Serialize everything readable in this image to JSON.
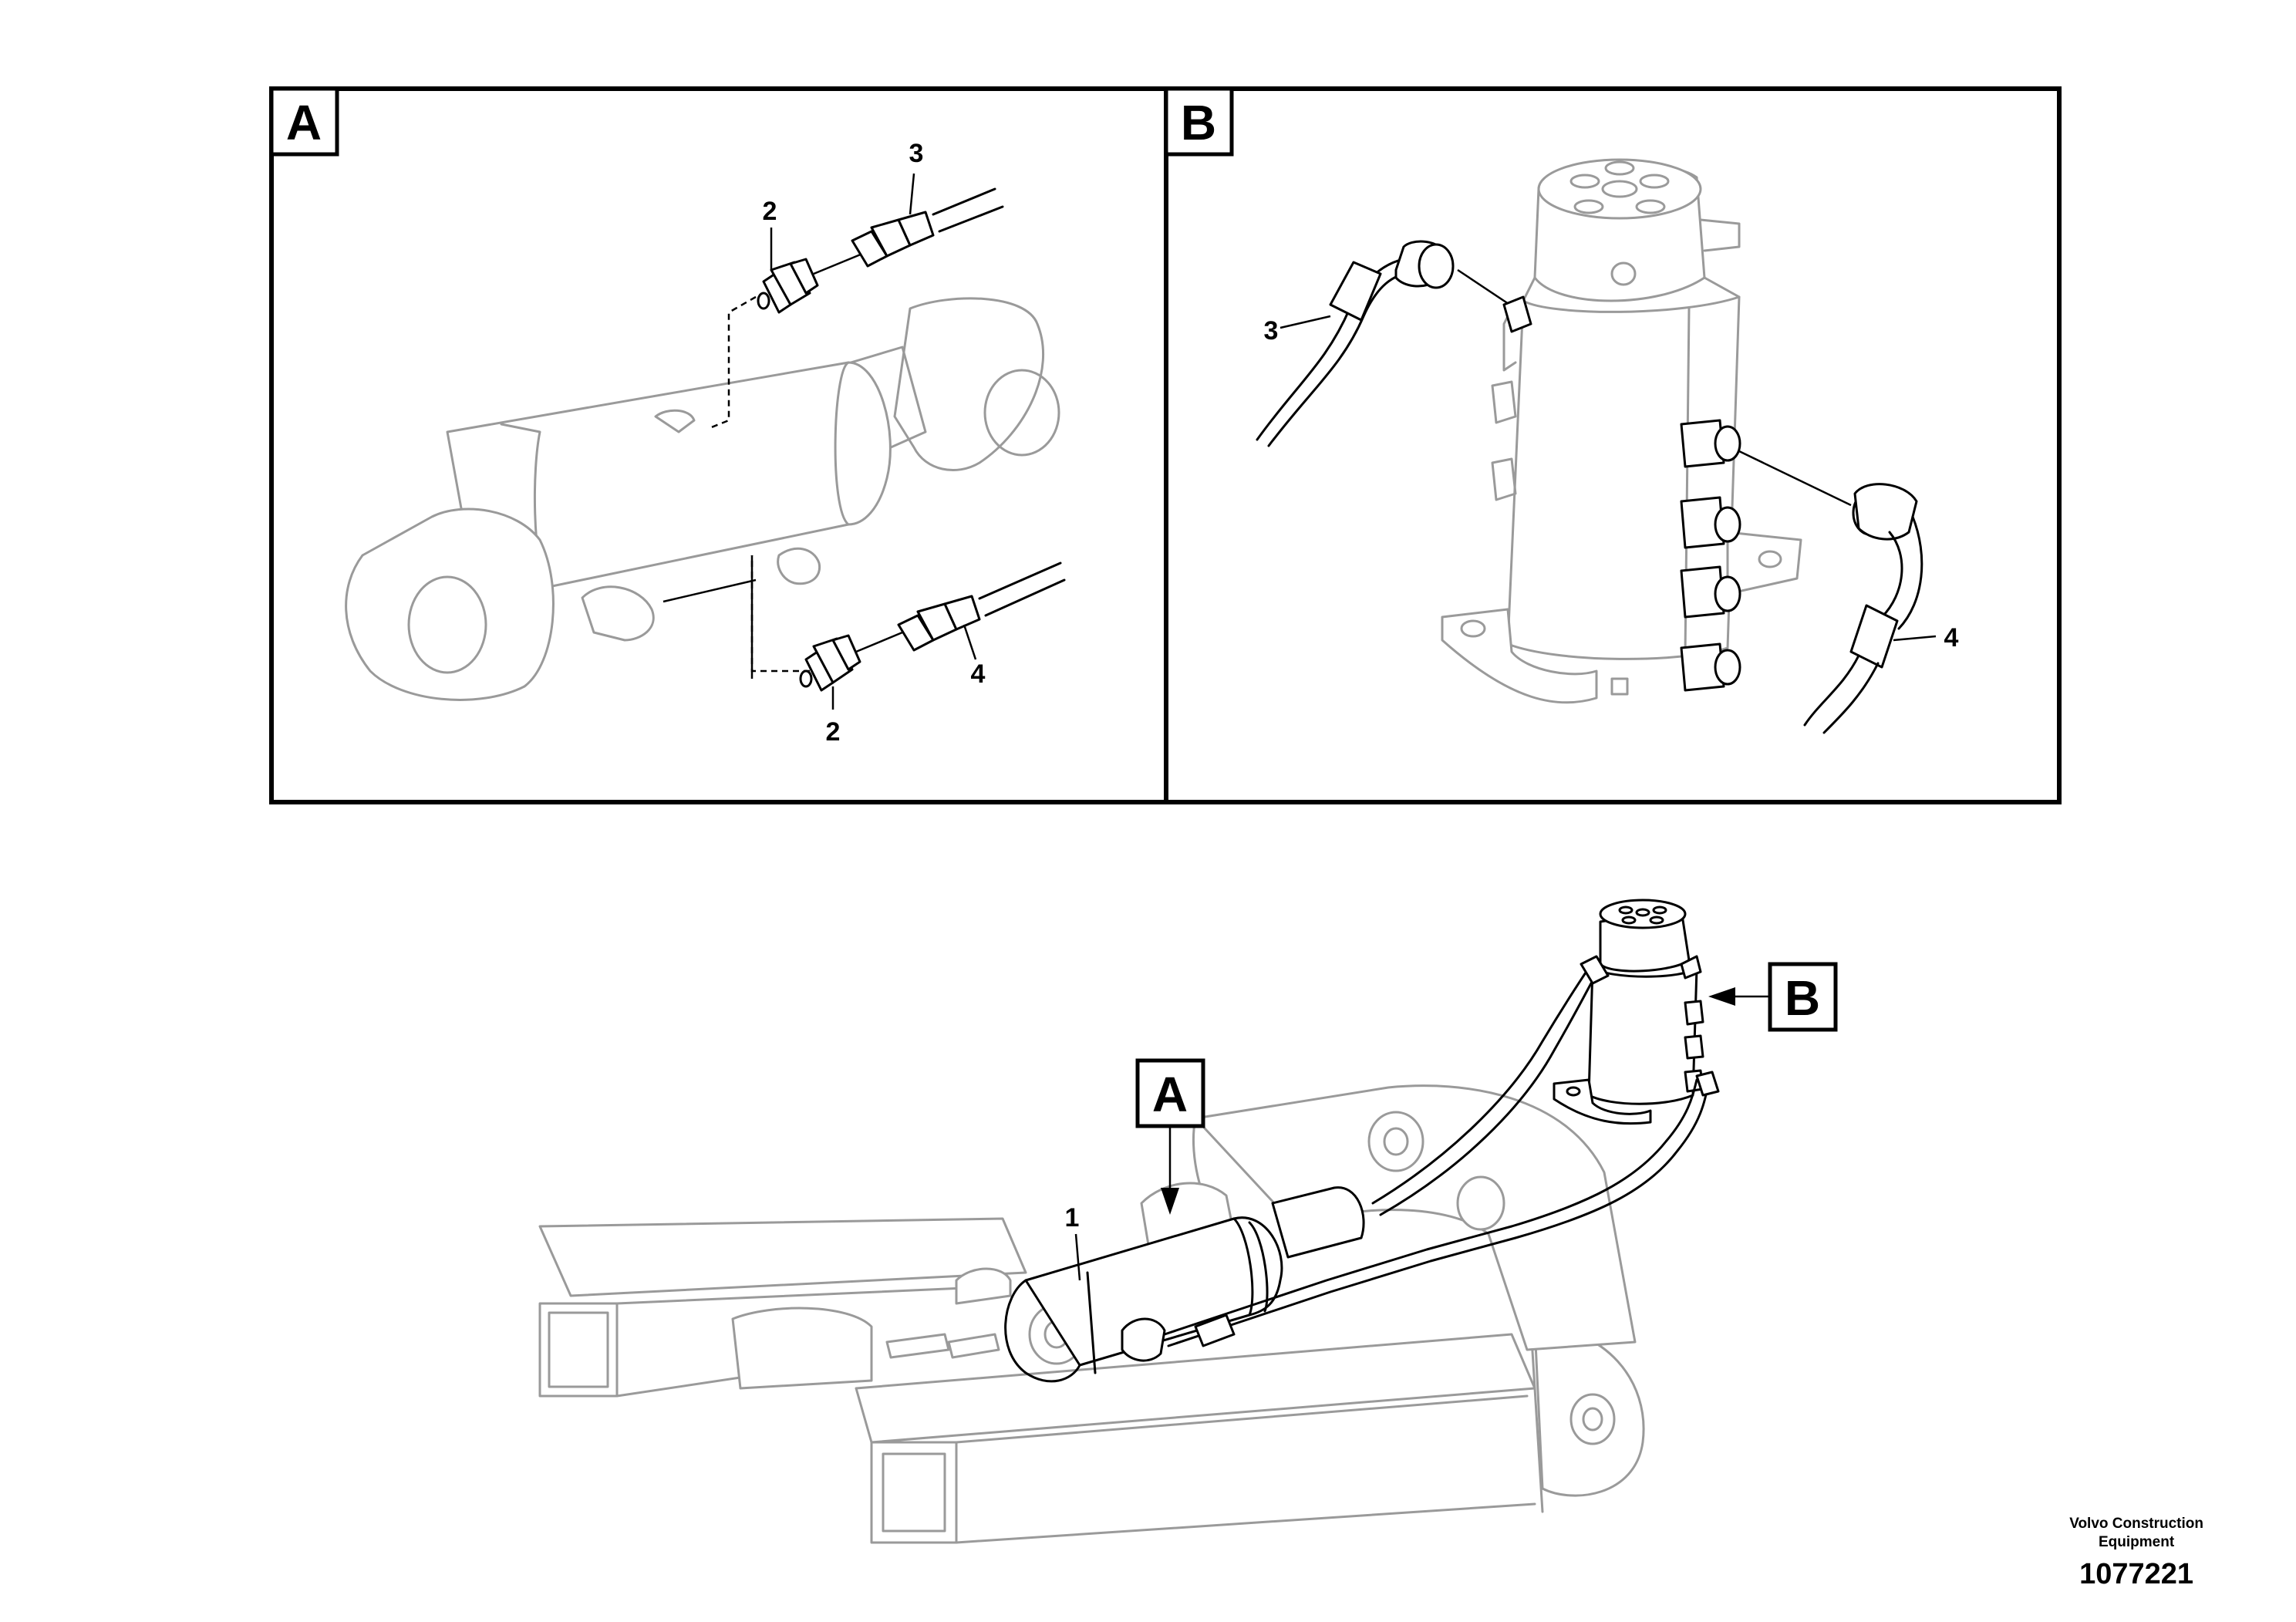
{
  "panels": {
    "a": {
      "letter": "A",
      "callouts": {
        "fitting_top": "2",
        "hose_top": "3",
        "fitting_bottom": "2",
        "hose_bottom": "4"
      }
    },
    "b": {
      "letter": "B",
      "callouts": {
        "hose_left": "3",
        "hose_right": "4"
      }
    }
  },
  "overview": {
    "marker_a": "A",
    "marker_b": "B",
    "callout_cylinder": "1"
  },
  "footer": {
    "brand_line1": "Volvo Construction",
    "brand_line2": "Equipment",
    "doc_number": "1077221"
  },
  "colors": {
    "line": "#000000",
    "ghost": "#9a9a9a",
    "background": "#ffffff"
  }
}
